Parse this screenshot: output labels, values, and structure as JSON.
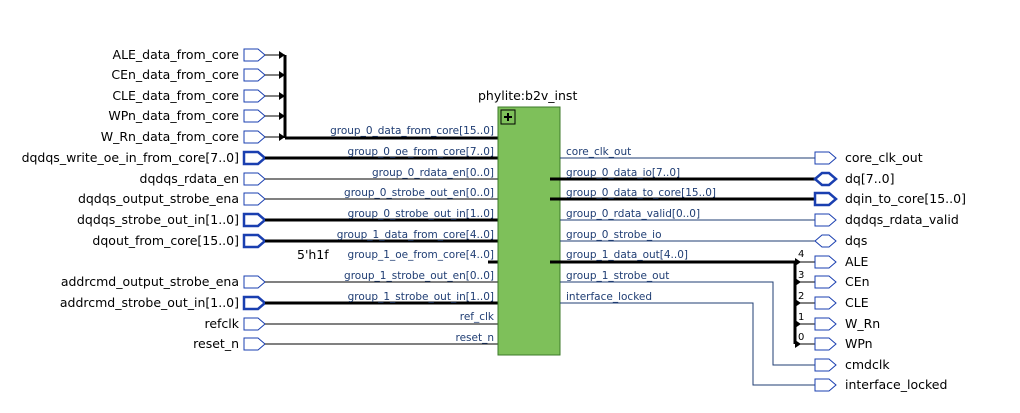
{
  "block": {
    "instance_name": "phylite:b2v_inst",
    "constant_label": "5'h1f",
    "icon": "expand-plus-icon",
    "fill_color": "#7ec05a",
    "wire_color": "#1f3d73",
    "port_color": "#1a3fb0"
  },
  "inputs": [
    {
      "label": "ALE_data_from_core",
      "bus": false
    },
    {
      "label": "CEn_data_from_core",
      "bus": false
    },
    {
      "label": "CLE_data_from_core",
      "bus": false
    },
    {
      "label": "WPn_data_from_core",
      "bus": false
    },
    {
      "label": "W_Rn_data_from_core",
      "bus": false
    },
    {
      "label": "dqdqs_write_oe_in_from_core[7..0]",
      "bus": true
    },
    {
      "label": "dqdqs_rdata_en",
      "bus": false
    },
    {
      "label": "dqdqs_output_strobe_ena",
      "bus": false
    },
    {
      "label": "dqdqs_strobe_out_in[1..0]",
      "bus": true
    },
    {
      "label": "dqout_from_core[15..0]",
      "bus": true
    },
    {
      "label": "addrcmd_output_strobe_ena",
      "bus": false
    },
    {
      "label": "addrcmd_strobe_out_in[1..0]",
      "bus": true
    },
    {
      "label": "refclk",
      "bus": false
    },
    {
      "label": "reset_n",
      "bus": false
    }
  ],
  "left_signals": [
    "group_0_data_from_core[15..0]",
    "group_0_oe_from_core[7..0]",
    "group_0_rdata_en[0..0]",
    "group_0_strobe_out_en[0..0]",
    "group_0_strobe_out_in[1..0]",
    "group_1_data_from_core[4..0]",
    "group_1_oe_from_core[4..0]",
    "group_1_strobe_out_en[0..0]",
    "group_1_strobe_out_in[1..0]",
    "ref_clk",
    "reset_n"
  ],
  "right_signals": [
    "core_clk_out",
    "group_0_data_io[7..0]",
    "group_0_data_to_core[15..0]",
    "group_0_rdata_valid[0..0]",
    "group_0_strobe_io",
    "group_1_data_out[4..0]",
    "group_1_strobe_out",
    "interface_locked"
  ],
  "outputs": [
    {
      "label": "core_clk_out",
      "kind": "output",
      "bus": false
    },
    {
      "label": "dq[7..0]",
      "kind": "bidir",
      "bus": true
    },
    {
      "label": "dqin_to_core[15..0]",
      "kind": "output",
      "bus": true
    },
    {
      "label": "dqdqs_rdata_valid",
      "kind": "output",
      "bus": false
    },
    {
      "label": "dqs",
      "kind": "bidir",
      "bus": false
    },
    {
      "label": "ALE",
      "kind": "output",
      "bus": false
    },
    {
      "label": "CEn",
      "kind": "output",
      "bus": false
    },
    {
      "label": "CLE",
      "kind": "output",
      "bus": false
    },
    {
      "label": "W_Rn",
      "kind": "output",
      "bus": false
    },
    {
      "label": "WPn",
      "kind": "output",
      "bus": false
    },
    {
      "label": "cmdclk",
      "kind": "output",
      "bus": false
    },
    {
      "label": "interface_locked",
      "kind": "output",
      "bus": false
    }
  ],
  "bus_bits": [
    "4",
    "3",
    "2",
    "1",
    "0"
  ]
}
